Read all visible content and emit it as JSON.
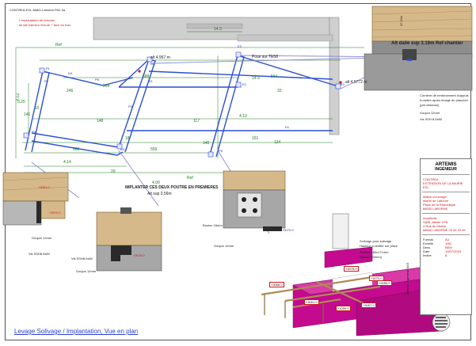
{
  "header": {
    "project_code": "CONTREA-EXL-Maire-Laboree-PA2-3a",
    "note_line1": "L'implantation de ferrures",
    "note_line2": "se fait interieur ferrure + face du bois"
  },
  "plan": {
    "dim_ref_top": "Ref",
    "dim_ref_bottom": "Ref",
    "alt_left": "alt 4.957 m",
    "pose_label": "Pose sur TE58",
    "alt_right": "alt 4.5772 m",
    "dim_414_top": "4.14",
    "dim_414_bottom": "4.14",
    "dim_400": "4.00",
    "dim_20": "20",
    "implant_line1": "IMPLANTER CES DEUX POUTRE EN PREMIERES",
    "implant_line2": "Alt sup 3.56m",
    "dim_labels": [
      "14.3",
      "564",
      "588",
      "564",
      "246",
      "141",
      "148",
      "117",
      "124",
      "560",
      "559",
      "18",
      "140",
      "151",
      "32",
      "3.25",
      "14.3",
      "15",
      "4.19"
    ],
    "poutre_labels": [
      "P1",
      "P2",
      "P3",
      "P4",
      "P5",
      "P6",
      "E1",
      "E2",
      "E3",
      "E4",
      "D1",
      "D2",
      "D3",
      "D4"
    ]
  },
  "detail_top_right": {
    "alt_label": "Alt dalle sup 3.19m  Ref chantier",
    "dim_label": "37.19m",
    "desc_line1": "Corniere de renforcement d'appuis",
    "desc_line2": "A mettre apres levage du plancher",
    "desc_line3": "(par dessous)",
    "desc_line4": "Goujon 12mm",
    "desc_line5": "Vis SSH 8.0x80"
  },
  "detail_left": {
    "alt_a": "+3061.0",
    "alt_b": "+3070.0",
    "goujon": "Goujon 12mm",
    "vis": "Vis SSH8.0x80"
  },
  "detail_center": {
    "alt": "+3075.0",
    "vis": "Vis SSH8.0x80",
    "goujon": "Goujon 12mm"
  },
  "detail_right": {
    "alt": "+3070.0",
    "boulon": "Boulon 16mm",
    "goujon": "Goujon 12mm"
  },
  "view3d": {
    "note_line1": "Solivage pour solivage",
    "note_line2": "Hauteur a verifier sur place",
    "note_line3": "Section 180x171mm",
    "note_line4": "(Solive 200mm)",
    "alt_labels": [
      "+3075.0",
      "+3070.0",
      "+3066.0",
      "+3061.0",
      "+3059.0",
      "+3057.0",
      "+3055.0"
    ]
  },
  "cartouche": {
    "company": "ARTEMIS",
    "company_sub": "INGENIEUR",
    "project_line1": "CONTREA",
    "project_line2": "EXTENSION DE LA MAIRIE",
    "project_line3": "EXL",
    "owner_line1": "Maitre d'ouvrage",
    "owner_line2": "Mairie de Laborne",
    "owner_line3": "Place de la Republique",
    "owner_line4": "68530 LABORNE",
    "arch_line1": "Architecte",
    "arch_line2": "SARL Atelier CPA",
    "arch_line3": "4 Rue du Moulin",
    "arch_line4": "68530 LABORNE 03 26 23 45",
    "fields": [
      {
        "k": "Format",
        "v": "A3"
      },
      {
        "k": "Echelle",
        "v": "1/50"
      },
      {
        "k": "Dess",
        "v": "BEM"
      },
      {
        "k": "Date",
        "v": "10/07/2023"
      },
      {
        "k": "Indice",
        "v": "A"
      }
    ],
    "side_text": "Artemis Ingenieur SAS"
  },
  "footer": {
    "title": "Levage Solivage / Implantation, Vue en plan"
  },
  "colors": {
    "wall": "#cfcfcf",
    "beam": "#2c4fd1",
    "dim": "#1a7a1a",
    "magenta": "#c40a8f",
    "wood": "#d6b98a",
    "concrete": "#8d8d8d",
    "alt": "#d0141e"
  }
}
